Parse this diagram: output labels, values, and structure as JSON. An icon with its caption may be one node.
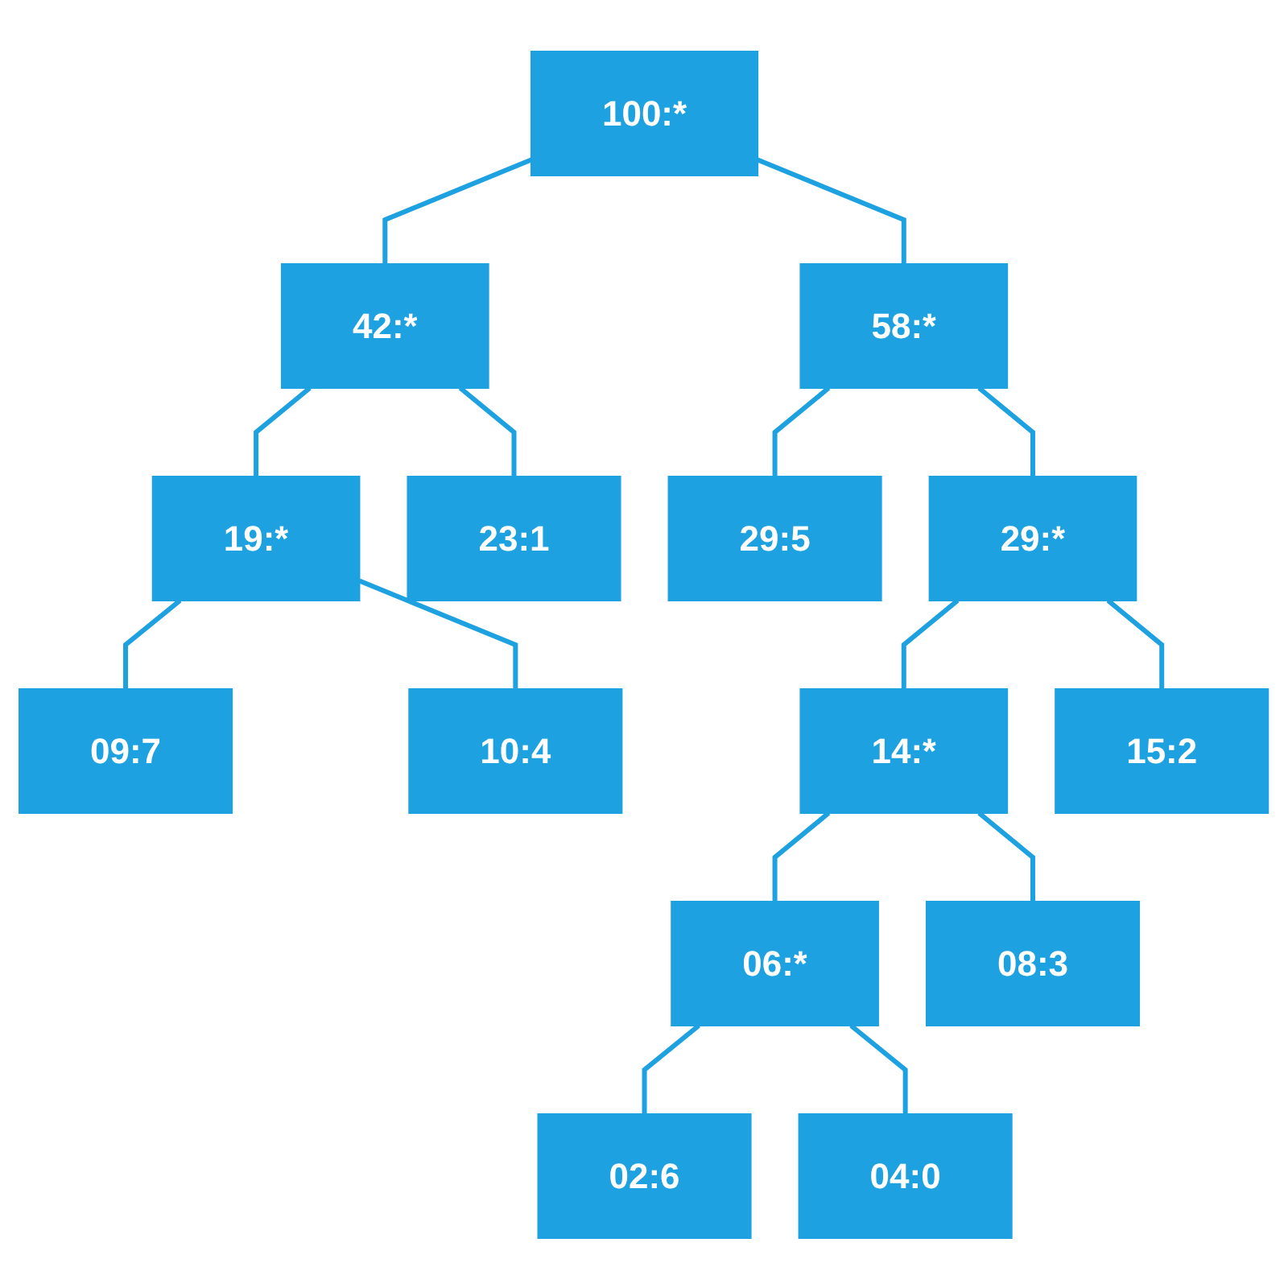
{
  "diagram": {
    "nodes": [
      {
        "text": [
          "100:*"
        ]
      },
      {
        "text": [
          "42:*"
        ]
      },
      {
        "text": [
          "58:*"
        ]
      },
      {
        "text": [
          "19:*"
        ]
      },
      {
        "text": [
          "23:1"
        ]
      },
      {
        "text": [
          "29:5"
        ]
      },
      {
        "text": [
          "29:*"
        ]
      },
      {
        "text": [
          "09:7"
        ]
      },
      {
        "text": [
          "10:4"
        ]
      },
      {
        "text": [
          "14:*"
        ]
      },
      {
        "text": [
          "15:2"
        ]
      },
      {
        "text": [
          "06:*"
        ]
      },
      {
        "text": [
          "08:3"
        ]
      },
      {
        "text": [
          "02:6"
        ]
      },
      {
        "text": [
          "04:0"
        ]
      }
    ],
    "edges": [
      {
        "from": 0,
        "to": 1,
        "arrow": "none"
      },
      {
        "from": 0,
        "to": 2,
        "arrow": "none"
      },
      {
        "from": 1,
        "to": 3,
        "arrow": "none"
      },
      {
        "from": 1,
        "to": 4,
        "arrow": "none"
      },
      {
        "from": 2,
        "to": 5,
        "arrow": "none"
      },
      {
        "from": 2,
        "to": 6,
        "arrow": "none"
      },
      {
        "from": 3,
        "to": 7,
        "arrow": "none"
      },
      {
        "from": 3,
        "to": 8,
        "arrow": "none"
      },
      {
        "from": 6,
        "to": 9,
        "arrow": "none"
      },
      {
        "from": 6,
        "to": 10,
        "arrow": "none"
      },
      {
        "from": 9,
        "to": 11,
        "arrow": "none"
      },
      {
        "from": 9,
        "to": 12,
        "arrow": "none"
      },
      {
        "from": 11,
        "to": 13,
        "arrow": "none"
      },
      {
        "from": 11,
        "to": 14,
        "arrow": "none"
      }
    ]
  }
}
